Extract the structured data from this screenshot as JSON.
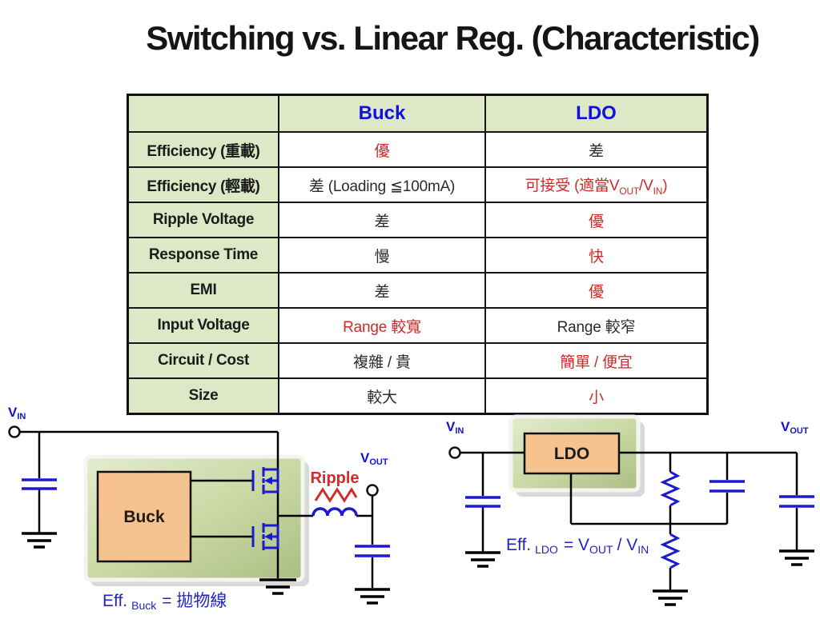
{
  "title": "Switching vs. Linear Reg. (Characteristic)",
  "colors": {
    "table_green": "#dce8c6",
    "header_blue": "#1010e0",
    "accent_red": "#cc2b2b",
    "text_dark": "#2b2b2b",
    "circuit_blue": "#1a1ad0",
    "label_blue": "#1414d0",
    "wire_black": "#000000",
    "block_green": "#c9d7a2",
    "block_orange": "#f6c28e"
  },
  "table": {
    "col_headers": {
      "buck": "Buck",
      "ldo": "LDO"
    },
    "rows": [
      {
        "label": "Efficiency (重載)",
        "buck": "優",
        "buck_color": "#cc2b2b",
        "ldo": "差",
        "ldo_color": "#2b2b2b"
      },
      {
        "label": "Efficiency (輕載)",
        "buck": "差 (Loading ≦100mA)",
        "buck_color": "#2b2b2b",
        "ldo_color": "#cc2b2b",
        "ldo_parts": {
          "p1": "可接受 (適當V",
          "sub1": "OUT",
          "p2": "/V",
          "sub2": "IN",
          "p3": ")"
        }
      },
      {
        "label": "Ripple Voltage",
        "buck": "差",
        "buck_color": "#2b2b2b",
        "ldo": "優",
        "ldo_color": "#cc2b2b"
      },
      {
        "label": "Response Time",
        "buck": "慢",
        "buck_color": "#2b2b2b",
        "ldo": "快",
        "ldo_color": "#cc2b2b"
      },
      {
        "label": "EMI",
        "buck": "差",
        "buck_color": "#2b2b2b",
        "ldo": "優",
        "ldo_color": "#cc2b2b"
      },
      {
        "label": "Input Voltage",
        "buck": "Range 較寬",
        "buck_color": "#cc2b2b",
        "ldo": "Range 較窄",
        "ldo_color": "#2b2b2b"
      },
      {
        "label": "Circuit / Cost",
        "buck": "複雜 / 貴",
        "buck_color": "#2b2b2b",
        "ldo": "簡單 / 便宜",
        "ldo_color": "#cc2b2b"
      },
      {
        "label": "Size",
        "buck": "較大",
        "buck_color": "#2b2b2b",
        "ldo": "小",
        "ldo_color": "#cc2b2b"
      }
    ]
  },
  "buck_circuit": {
    "vin_main": "V",
    "vin_sub": "IN",
    "vout_main": "V",
    "vout_sub": "OUT",
    "block_label": "Buck",
    "ripple_label": "Ripple",
    "eff_p1": "Eff.",
    "eff_sub1": "Buck",
    "eff_p2": "= 拋物線"
  },
  "ldo_circuit": {
    "vin_main": "V",
    "vin_sub": "IN",
    "vout_main": "V",
    "vout_sub": "OUT",
    "block_label": "LDO",
    "eff_p1": "Eff.",
    "eff_sub1": "LDO",
    "eff_p2": "= V",
    "eff_sub2": "OUT",
    "eff_p3": "/ V",
    "eff_sub3": "IN"
  }
}
